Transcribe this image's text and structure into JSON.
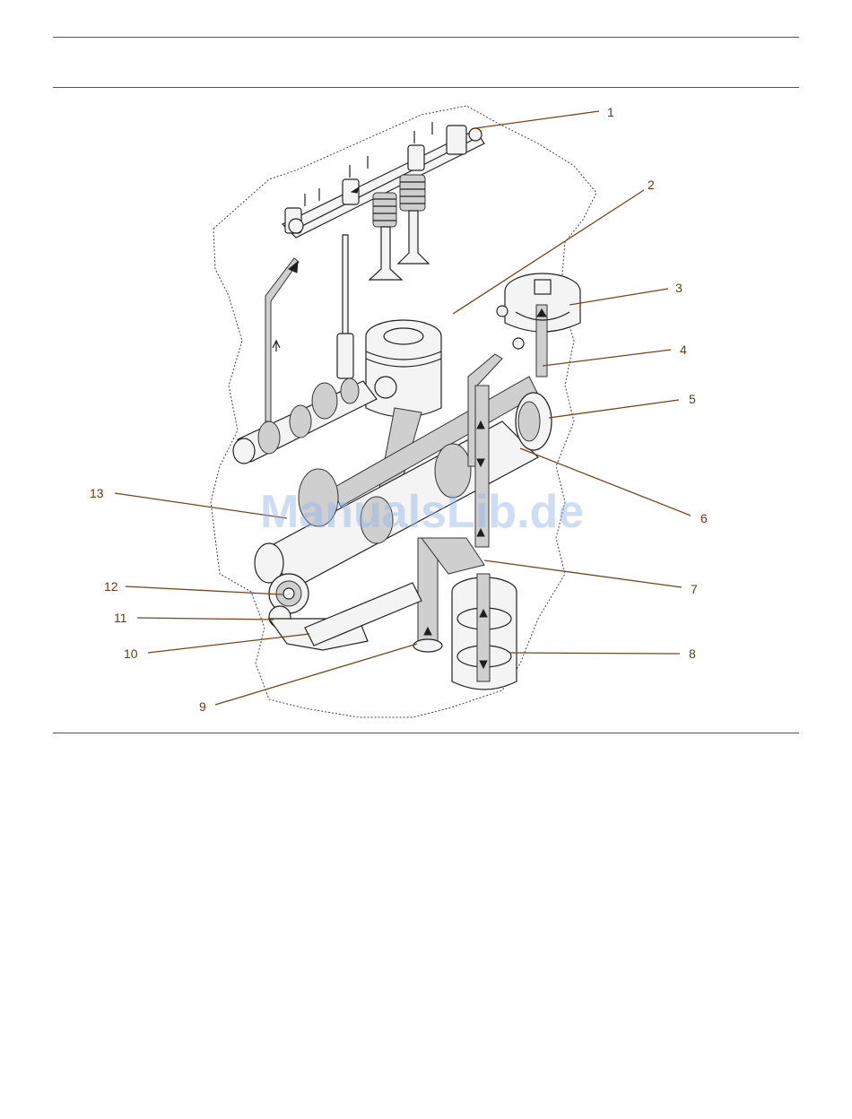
{
  "watermark": "ManualsLib.de",
  "callouts": [
    {
      "id": "1",
      "label": "1"
    },
    {
      "id": "2",
      "label": "2"
    },
    {
      "id": "3",
      "label": "3"
    },
    {
      "id": "4",
      "label": "4"
    },
    {
      "id": "5",
      "label": "5"
    },
    {
      "id": "6",
      "label": "6"
    },
    {
      "id": "7",
      "label": "7"
    },
    {
      "id": "8",
      "label": "8"
    },
    {
      "id": "9",
      "label": "9"
    },
    {
      "id": "10",
      "label": "10"
    },
    {
      "id": "11",
      "label": "11"
    },
    {
      "id": "12",
      "label": "12"
    },
    {
      "id": "13",
      "label": "13"
    }
  ],
  "colors": {
    "callout": "#6b3a12",
    "leader": "#7a4516",
    "rule": "#555555",
    "watermark": "#8db4e8"
  }
}
